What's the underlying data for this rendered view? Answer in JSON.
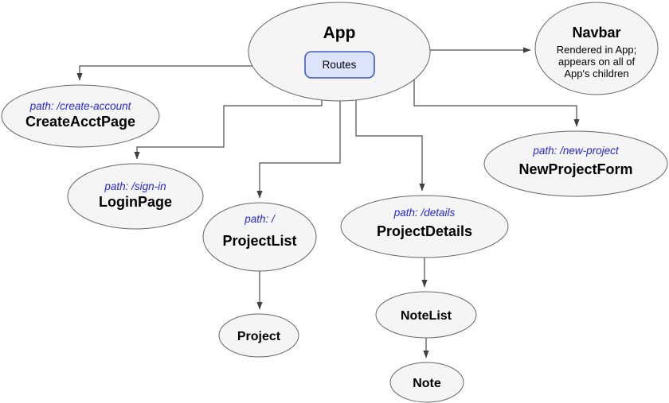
{
  "diagram": {
    "colors": {
      "node_fill": "#f5f5f5",
      "node_stroke": "#666666",
      "routes_fill": "#dbe4fb",
      "routes_stroke": "#4059c7",
      "edge_stroke": "#4d4d4d",
      "path_text": "#2626d9"
    },
    "nodes": {
      "app": {
        "label": "App"
      },
      "routes": {
        "label": "Routes"
      },
      "navbar": {
        "label": "Navbar",
        "description_lines": [
          "Rendered in App;",
          "appears on all of",
          "App's children"
        ]
      },
      "create_acct_page": {
        "path": "path: /create-account",
        "label": "CreateAcctPage"
      },
      "login_page": {
        "path": "path: /sign-in",
        "label": "LoginPage"
      },
      "project_list": {
        "path": "path: /",
        "label": "ProjectList"
      },
      "project_details": {
        "path": "path: /details",
        "label": "ProjectDetails"
      },
      "new_project_form": {
        "path": "path: /new-project",
        "label": "NewProjectForm"
      },
      "project": {
        "label": "Project"
      },
      "note_list": {
        "label": "NoteList"
      },
      "note": {
        "label": "Note"
      }
    },
    "edges": [
      {
        "from": "App",
        "to": "Navbar"
      },
      {
        "from": "Routes",
        "to": "CreateAcctPage"
      },
      {
        "from": "Routes",
        "to": "LoginPage"
      },
      {
        "from": "Routes",
        "to": "ProjectList"
      },
      {
        "from": "Routes",
        "to": "ProjectDetails"
      },
      {
        "from": "Routes",
        "to": "NewProjectForm"
      },
      {
        "from": "ProjectList",
        "to": "Project"
      },
      {
        "from": "ProjectDetails",
        "to": "NoteList"
      },
      {
        "from": "NoteList",
        "to": "Note"
      }
    ]
  }
}
